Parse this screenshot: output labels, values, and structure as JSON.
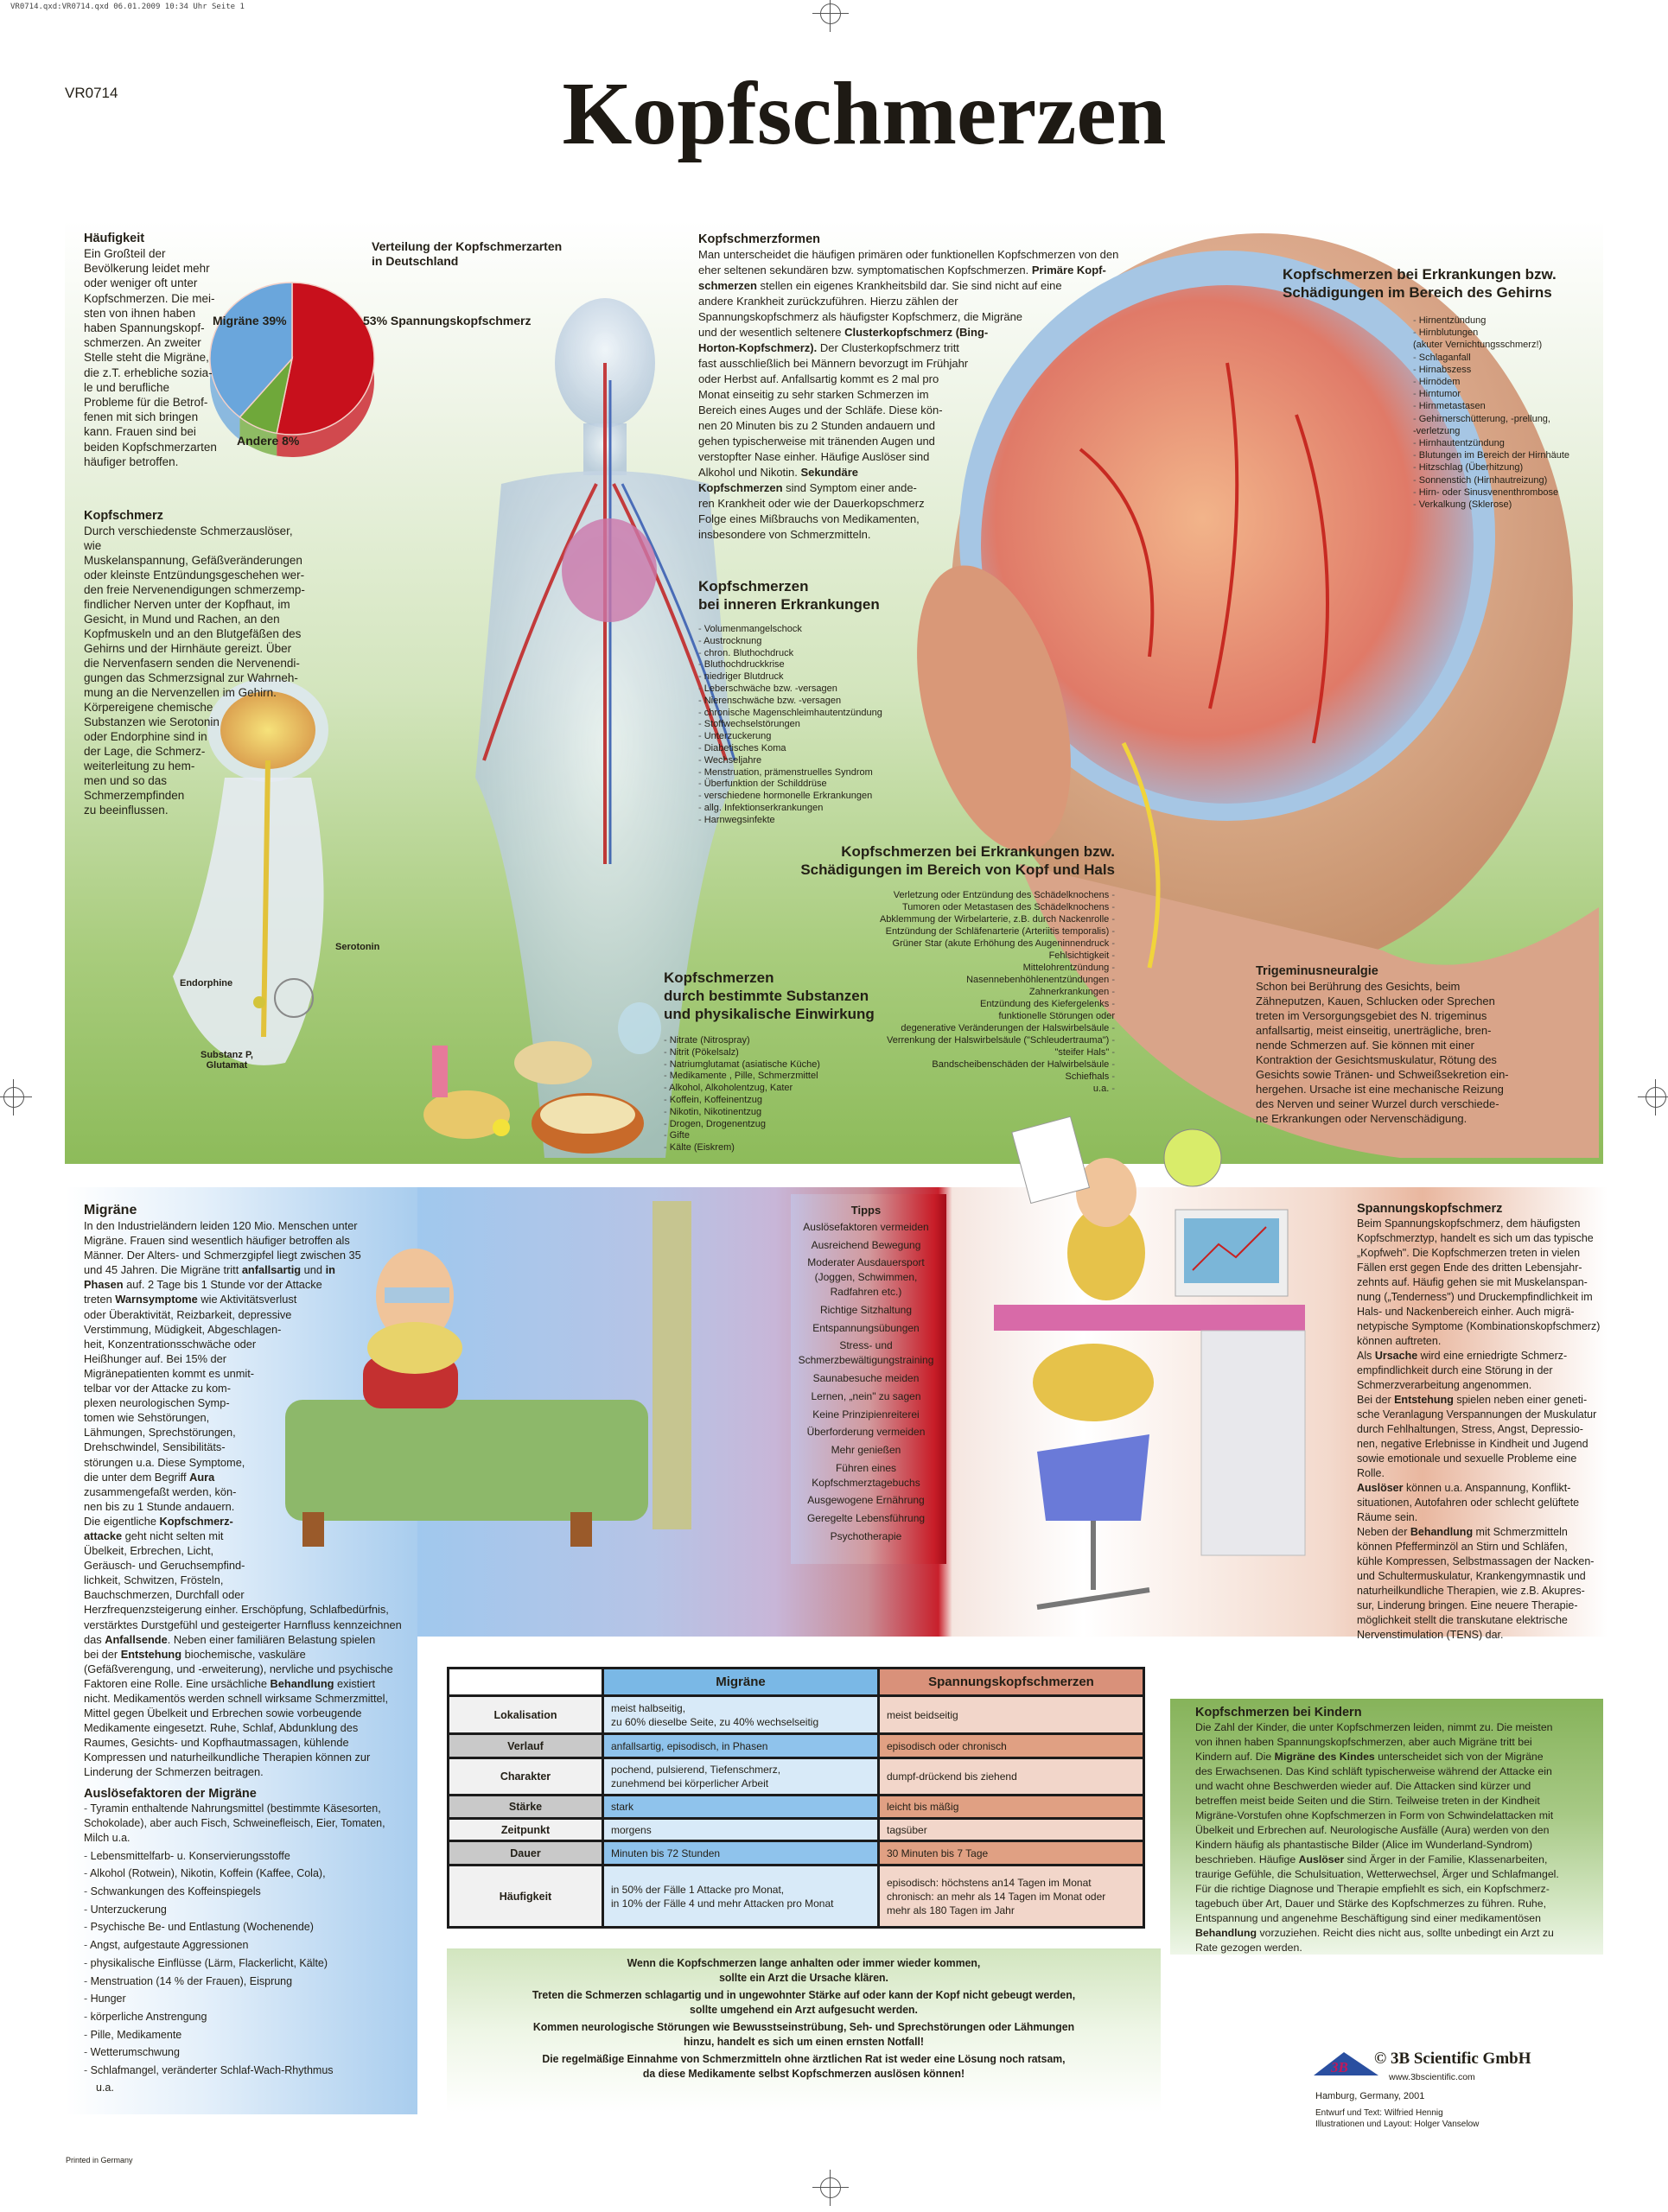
{
  "print_header": "VR0714.qxd:VR0714.qxd  06.01.2009  10:34 Uhr  Seite 1",
  "product_code": "VR0714",
  "title": "Kopfschmerzen",
  "haeufigkeit": {
    "title": "Häufigkeit",
    "text": "Ein Großteil der\nBevölkerung leidet mehr\noder weniger oft unter\nKopfschmerzen. Die mei-\nsten von ihnen haben\nhaben Spannungskopf-\nschmerzen. An zweiter\nStelle steht die Migräne,\ndie z.T. erhebliche sozia-\nle und berufliche\nProbleme für die Betrof-\nfenen mit sich bringen\nkann. Frauen sind bei\nbeiden Kopfschmerzarten\nhäufiger betroffen."
  },
  "chart_data": {
    "type": "pie",
    "title": "Verteilung der Kopfschmerzarten\nin Deutschland",
    "slices": [
      {
        "label": "53% Spannungskopfschmerz",
        "name": "Spannungskopfschmerz",
        "value": 53,
        "color": "#c8101c"
      },
      {
        "label": "Andere 8%",
        "name": "Andere",
        "value": 8,
        "color": "#6fa83a"
      },
      {
        "label": "Migräne 39%",
        "name": "Migräne",
        "value": 39,
        "color": "#6aa6dc"
      }
    ]
  },
  "kopfschmerz": {
    "title": "Kopfschmerz",
    "text": "Durch verschiedenste Schmerzauslöser, wie\nMuskelanspannung, Gefäßveränderungen\noder kleinste Entzündungsgeschehen wer-\nden freie Nervenendigungen schmerzemp-\nfindlicher Nerven unter der Kopfhaut, im\nGesicht, in Mund und Rachen, an den\nKopfmuskeln und an den Blutgefäßen des\nGehirns und der Hirnhäute gereizt. Über\ndie Nervenfasern senden die Nervenendi-\ngungen das Schmerzsignal zur Wahrneh-\nmung an die Nervenzellen im Gehirn.\nKörpereigene chemische\nSubstanzen wie Serotonin\noder Endorphine sind in\nder Lage, die Schmerz-\nweiterleitung zu hem-\nmen und so das\nSchmerzempfinden\nzu beeinflussen."
  },
  "illustration_labels": {
    "serotonin": "Serotonin",
    "endorphine": "Endorphine",
    "substanz_p": "Substanz P,\nGlutamat"
  },
  "kopfschmerzformen": {
    "title": "Kopfschmerzformen",
    "runs": [
      {
        "t": "Man unterscheidet die häufigen primären oder funktionellen Kopfschmerzen von den\neher seltenen sekundären bzw. symptomatischen Kopfschmerzen. "
      },
      {
        "t": "Primäre Kopf-\nschmerzen",
        "b": true
      },
      {
        "t": " stellen ein eigenes Krankheitsbild dar. Sie sind nicht auf eine\nandere Krankheit zurückzuführen. Hierzu zählen der\nSpannungskopfschmerz als häufigster Kopfschmerz, die Migräne\nund der wesentlich seltenere "
      },
      {
        "t": "Clusterkopfschmerz (Bing-\nHorton-Kopfschmerz).",
        "b": true
      },
      {
        "t": " Der Clusterkopfschmerz tritt\nfast ausschließlich bei Männern bevorzugt im Frühjahr\noder Herbst auf. Anfallsartig kommt es 2 mal pro\nMonat einseitig zu sehr starken Schmerzen im\nBereich eines Auges und der Schläfe. Diese kön-\nnen 20 Minuten bis zu 2 Stunden andauern und\ngehen typischerweise mit tränenden Augen und\nverstopfter Nase einher. Häufige Auslöser sind\nAlkohol und Nikotin. "
      },
      {
        "t": "Sekundäre\nKopfschmerzen",
        "b": true
      },
      {
        "t": " sind Symptom einer ande-\nren Krankheit oder wie der Dauerkopschmerz\nFolge eines Mißbrauchs von Medikamenten,\ninsbesondere von Schmerzmitteln."
      }
    ]
  },
  "innere_erkrankungen": {
    "title": "Kopfschmerzen\nbei inneren Erkrankungen",
    "items": [
      "Volumenmangelschock",
      "Austrocknung",
      "chron. Bluthochdruck",
      "Bluthochdruckkrise",
      "niedriger Blutdruck",
      "Leberschwäche bzw. -versagen",
      "Nierenschwäche bzw. -versagen",
      "chronische Magenschleimhautentzündung",
      "Stoffwechselstörungen",
      "Unterzuckerung",
      "Diabetisches Koma",
      "Wechseljahre",
      "Menstruation, prämenstruelles Syndrom",
      "Überfunktion der Schilddrüse",
      "verschiedene hormonelle Erkrankungen",
      "allg. Infektionserkrankungen",
      "Harnwegsinfekte"
    ]
  },
  "gehirn": {
    "title": "Kopfschmerzen bei Erkrankungen bzw.\nSchädigungen im Bereich des Gehirns",
    "items": [
      "Hirnentzündung",
      "Hirnblutungen\n(akuter Vernichtungsschmerz!)",
      "Schlaganfall",
      "Hirnabszess",
      "Hirnödem",
      "Hirntumor",
      "Hirnmetastasen",
      "Gehirnerschütterung, -prellung,\n-verletzung",
      "Hirnhautentzündung",
      "Blutungen im Bereich der Hirnhäute",
      "Hitzschlag (Überhitzung)",
      "Sonnenstich (Hirnhautreizung)",
      "Hirn- oder Sinusvenenthrombose",
      "Verkalkung (Sklerose)"
    ]
  },
  "kopf_hals": {
    "title": "Kopfschmerzen bei Erkrankungen bzw.\nSchädigungen im Bereich von Kopf und Hals",
    "items": [
      "Verletzung oder Entzündung des Schädelknochens",
      "Tumoren oder Metastasen des Schädelknochens",
      "Abklemmung der Wirbelarterie, z.B. durch Nackenrolle",
      "Entzündung der Schläfenarterie (Arteriitis temporalis)",
      "Grüner Star (akute Erhöhung des Augeninnendruck",
      "Fehlsichtigkeit",
      "Mittelohrentzündung",
      "Nasennebenhöhlenentzündungen",
      "Zahnerkrankungen",
      "Entzündung des Kiefergelenks",
      "funktionelle Störungen oder\ndegenerative Veränderungen der Halswirbelsäule",
      "Verrenkung der Halswirbelsäule (\"Schleudertrauma\")",
      "\"steifer Hals\"",
      "Bandscheibenschäden der Halwirbelsäule",
      "Schiefhals",
      "u.a."
    ]
  },
  "substanzen": {
    "title": "Kopfschmerzen\ndurch bestimmte Substanzen\nund physikalische Einwirkung",
    "items": [
      "Nitrate (Nitrospray)",
      "Nitrit (Pökelsalz)",
      "Natriumglutamat (asiatische Küche)",
      "Medikamente , Pille, Schmerzmittel",
      "Alkohol, Alkoholentzug, Kater",
      "Koffein, Koffeinentzug",
      "Nikotin, Nikotinentzug",
      "Drogen, Drogenentzug",
      "Gifte",
      "Kälte (Eiskrem)"
    ]
  },
  "trigeminus": {
    "title": "Trigeminusneuralgie",
    "text": "Schon bei Berührung des Gesichts, beim\nZähneputzen, Kauen, Schlucken oder Sprechen\ntreten im Versorgungsgebiet des N. trigeminus\nanfallsartig, meist einseitig, unerträgliche, bren-\nnende Schmerzen auf. Sie können mit einer\nKontraktion der Gesichtsmuskulatur, Rötung des\nGesichts sowie Tränen- und Schweißsekretion ein-\nhergehen. Ursache ist eine mechanische Reizung\ndes Nerven und seiner Wurzel durch verschiede-\nne Erkrankungen oder Nervenschädigung."
  },
  "migraene": {
    "title": "Migräne",
    "runs": [
      {
        "t": "In den Industrieländern leiden 120 Mio. Menschen unter\nMigräne. Frauen sind wesentlich häufiger betroffen als\nMänner. Der Alters- und Schmerzgipfel liegt zwischen 35\nund 45 Jahren. Die Migräne tritt "
      },
      {
        "t": "anfallsartig",
        "b": true
      },
      {
        "t": " und "
      },
      {
        "t": "in\nPhasen",
        "b": true
      },
      {
        "t": " auf. 2 Tage bis 1 Stunde vor der Attacke\ntreten "
      },
      {
        "t": "Warnsymptome",
        "b": true
      },
      {
        "t": " wie Aktivitätsverlust\noder Überaktivität, Reizbarkeit, depressive\nVerstimmung, Müdigkeit, Abgeschlagen-\nheit, Konzentrationsschwäche oder\nHeißhunger auf. Bei 15% der\nMigränepatienten kommt es unmit-\ntelbar vor der Attacke zu kom-\nplexen neurologischen Symp-\ntomen wie Sehstörungen,\nLähmungen, Sprechstörungen,\nDrehschwindel, Sensibilitäts-\nstörungen u.a. Diese Symptome,\ndie unter dem Begriff "
      },
      {
        "t": "Aura",
        "b": true
      },
      {
        "t": "\nzusammengefaßt werden, kön-\nnen bis zu 1 Stunde andauern.\nDie eigentliche "
      },
      {
        "t": "Kopfschmerz-\nattacke",
        "b": true
      },
      {
        "t": " geht nicht selten mit\nÜbelkeit, Erbrechen, Licht,\nGeräusch- und Geruchsempfind-\nlichkeit, Schwitzen, Frösteln,\nBauchschmerzen, Durchfall oder\nHerzfrequenzsteigerung einher. Erschöpfung, Schlafbedürfnis,\nverstärktes Durstgefühl und gesteigerter Harnfluss kennzeichnen\ndas "
      },
      {
        "t": "Anfallsende",
        "b": true
      },
      {
        "t": ". Neben einer familiären Belastung spielen\nbei der "
      },
      {
        "t": "Entstehung",
        "b": true
      },
      {
        "t": " biochemische, vaskuläre\n(Gefäßverengung, und -erweiterung), nervliche und psychische\nFaktoren eine Rolle. Eine ursächliche "
      },
      {
        "t": "Behandlung",
        "b": true
      },
      {
        "t": " existiert\nnicht. Medikamentös werden schnell wirksame Schmerzmittel,\nMittel gegen Übelkeit und Erbrechen sowie vorbeugende\nMedikamente eingesetzt. Ruhe, Schlaf, Abdunklung des\nRaumes, Gesichts- und Kopfhautmassagen, kühlende\nKompressen und naturheilkundliche Therapien können zur\nLinderung der Schmerzen beitragen."
      }
    ]
  },
  "ausloesefaktoren": {
    "title": "Auslösefaktoren der Migräne",
    "items": [
      "Tyramin enthaltende Nahrungsmittel (bestimmte Käsesorten,\nSchokolade), aber auch Fisch, Schweinefleisch, Eier, Tomaten,\nMilch u.a.",
      "Lebensmittelfarb- u. Konservierungsstoffe",
      "Alkohol (Rotwein), Nikotin, Koffein (Kaffee, Cola),",
      "Schwankungen des Koffeinspiegels",
      "Unterzuckerung",
      "Psychische Be- und Entlastung (Wochenende)",
      "Angst, aufgestaute Aggressionen",
      "physikalische Einflüsse (Lärm, Flackerlicht, Kälte)",
      "Menstruation (14 % der Frauen), Eisprung",
      "Hunger",
      "körperliche Anstrengung",
      "Pille, Medikamente",
      "Wetterumschwung",
      "Schlafmangel, veränderter Schlaf-Wach-Rhythmus"
    ],
    "suffix": "u.a."
  },
  "tipps": {
    "title": "Tipps",
    "items": [
      "Auslösefaktoren vermeiden",
      "Ausreichend Bewegung",
      "Moderater Ausdauersport\n(Joggen, Schwimmen,\nRadfahren etc.)",
      "Richtige Sitzhaltung",
      "Entspannungsübungen",
      "Stress- und\nSchmerzbewältigungstraining",
      "Saunabesuche meiden",
      "Lernen, „nein\" zu sagen",
      "Keine Prinzipienreiterei",
      "Überforderung vermeiden",
      "Mehr genießen",
      "Führen eines\nKopfschmerztagebuchs",
      "Ausgewogene Ernährung",
      "Geregelte Lebensführung",
      "Psychotherapie"
    ]
  },
  "spannungskopfschmerz": {
    "title": "Spannungskopfschmerz",
    "runs": [
      {
        "t": "Beim Spannungskopfschmerz, dem häufigsten\nKopfschmerztyp, handelt es sich um das typische\n„Kopfweh\". Die Kopfschmerzen treten in vielen\nFällen erst gegen Ende des dritten Lebensjahr-\nzehnts auf. Häufig gehen sie mit Muskelanspan-\nnung („Tenderness\") und Druckempfindlichkeit im\nHals- und Nackenbereich einher. Auch migrä-\nnetypische Symptome (Kombinationskopfschmerz)\nkönnen auftreten.\nAls "
      },
      {
        "t": "Ursache",
        "b": true
      },
      {
        "t": " wird eine erniedrigte Schmerz-\nempfindlichkeit durch eine Störung in der\nSchmerzverarbeitung angenommen.\nBei der "
      },
      {
        "t": "Entstehung",
        "b": true
      },
      {
        "t": " spielen neben einer geneti-\nsche Veranlagung Verspannungen der Muskulatur\ndurch Fehlhaltungen, Stress, Angst, Depressio-\nnen, negative Erlebnisse in Kindheit und Jugend\nsowie emotionale und sexuelle Probleme eine\nRolle.\n"
      },
      {
        "t": "Auslöser",
        "b": true
      },
      {
        "t": " können u.a. Anspannung, Konflikt-\nsituationen, Autofahren oder schlecht gelüftete\nRäume sein.\nNeben der "
      },
      {
        "t": "Behandlung",
        "b": true
      },
      {
        "t": " mit Schmerzmitteln\nkönnen Pfefferminzöl an Stirn und Schläfen,\nkühle Kompressen, Selbstmassagen der Nacken-\nund Schultermuskulatur, Krankengymnastik und\nnaturheilkundliche Therapien, wie z.B. Akupres-\nsur, Linderung bringen. Eine neuere Therapie-\nmöglichkeit stellt die transkutane elektrische\nNervenstimulation (TENS) dar."
      }
    ]
  },
  "comparison_table": {
    "headers": {
      "migraene": "Migräne",
      "spannung": "Spannungskopfschmerzen"
    },
    "rows": [
      {
        "label": "Lokalisation",
        "migraene": "meist halbseitig,\nzu 60% dieselbe Seite, zu 40% wechselseitig",
        "spannung": "meist beidseitig"
      },
      {
        "label": "Verlauf",
        "migraene": "anfallsartig, episodisch, in Phasen",
        "spannung": "episodisch oder chronisch"
      },
      {
        "label": "Charakter",
        "migraene": "pochend, pulsierend, Tiefenschmerz,\nzunehmend bei körperlicher Arbeit",
        "spannung": "dumpf-drückend bis ziehend"
      },
      {
        "label": "Stärke",
        "migraene": "stark",
        "spannung": "leicht bis mäßig"
      },
      {
        "label": "Zeitpunkt",
        "migraene": "morgens",
        "spannung": "tagsüber"
      },
      {
        "label": "Dauer",
        "migraene": "Minuten bis 72 Stunden",
        "spannung": "30 Minuten bis 7 Tage"
      },
      {
        "label": "Häufigkeit",
        "migraene": "in 50% der Fälle 1 Attacke pro Monat,\nin 10% der Fälle 4 und mehr Attacken pro Monat",
        "spannung": "episodisch: höchstens an14 Tagen im Monat\nchronisch: an mehr als 14 Tagen im Monat oder\nmehr als 180 Tagen im Jahr"
      }
    ]
  },
  "kinder": {
    "title": "Kopfschmerzen bei Kindern",
    "runs": [
      {
        "t": "Die Zahl der Kinder, die unter Kopfschmerzen leiden, nimmt zu. Die meisten\nvon ihnen haben Spannungskopfschmerzen, aber auch Migräne tritt bei\nKindern auf. Die "
      },
      {
        "t": "Migräne des Kindes",
        "b": true
      },
      {
        "t": " unterscheidet sich von der Migräne\ndes Erwachsenen. Das Kind schläft typischerweise während der Attacke ein\nund wacht ohne Beschwerden wieder auf. Die Attacken sind kürzer und\nbetreffen meist beide Seiten und die Stirn. Teilweise treten in der Kindheit\nMigräne-Vorstufen ohne Kopfschmerzen in Form von Schwindelattacken mit\nÜbelkeit und Erbrechen auf. Neurologische Ausfälle (Aura) werden von den\nKindern häufig als phantastische Bilder (Alice im Wunderland-Syndrom)\nbeschrieben. Häufige "
      },
      {
        "t": "Auslöser",
        "b": true
      },
      {
        "t": " sind Ärger in der Familie, Klassenarbeiten,\ntraurige Gefühle, die Schulsituation, Wetterwechsel, Ärger und Schlafmangel.\nFür die richtige Diagnose und Therapie empfiehlt es sich, ein Kopfschmerz-\ntagebuch über Art, Dauer und Stärke des Kopfschmerzes zu führen. Ruhe,\nEntspannung und angenehme Beschäftigung sind einer medikamentösen\n"
      },
      {
        "t": "Behandlung",
        "b": true
      },
      {
        "t": " vorzuziehen. Reicht dies nicht aus, sollte unbedingt ein Arzt zu\nRate gezogen werden."
      }
    ]
  },
  "warning": [
    "Wenn die Kopfschmerzen lange anhalten oder immer wieder kommen,\nsollte ein Arzt die Ursache klären.",
    "Treten die Schmerzen schlagartig und in ungewohnter Stärke auf oder kann der Kopf nicht gebeugt werden,\nsollte umgehend ein Arzt aufgesucht werden.",
    "Kommen neurologische Störungen wie Bewusstseinstrübung, Seh- und Sprechstörungen oder Lähmungen\nhinzu, handelt es sich um einen ernsten Notfall!",
    "Die regelmäßige Einnahme von Schmerzmitteln ohne ärztlichen Rat ist weder eine Lösung noch ratsam,\nda diese Medikamente selbst Kopfschmerzen auslösen können!"
  ],
  "publisher": {
    "logo_text": "3B",
    "copyright": "© 3B Scientific GmbH",
    "url": "www.3bscientific.com",
    "place_year": "Hamburg, Germany, 2001",
    "design_text": "Entwurf und Text: Wilfried Hennig",
    "illustration_layout": "Illustrationen und Layout: Holger Vanselow"
  },
  "printed_in": "Printed in Germany",
  "colors": {
    "green_panel": "#8dbb5a",
    "blue_panel": "#a9cdee",
    "tips_red": "#c81d28",
    "table_migraene": "#7ab8e6",
    "table_spannung": "#d9917a"
  }
}
